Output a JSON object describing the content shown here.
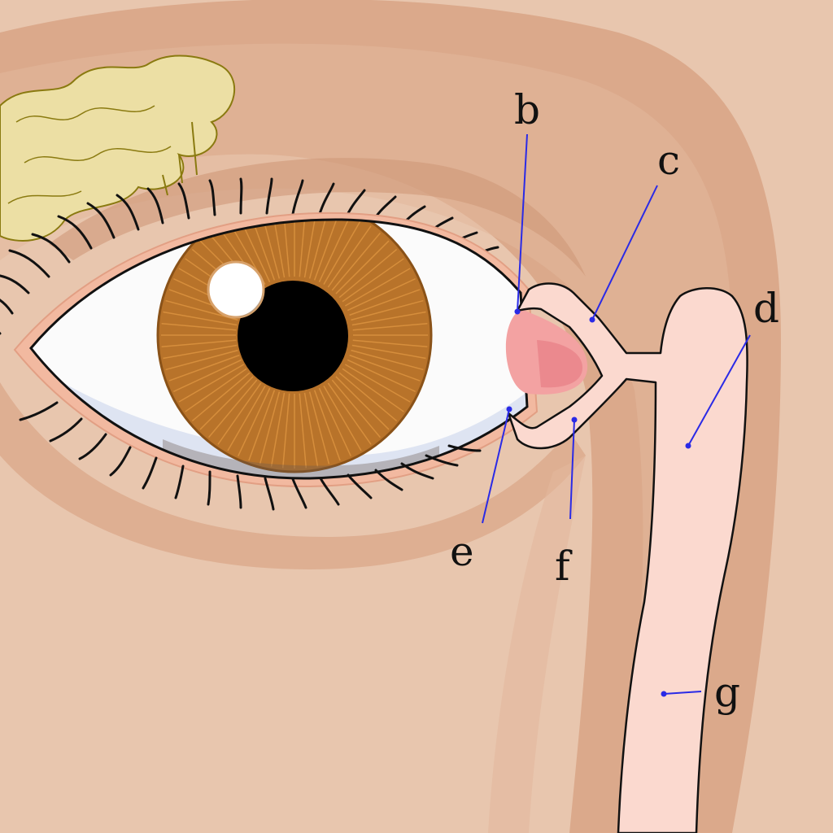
{
  "labels": {
    "b": "b",
    "c": "c",
    "d": "d",
    "e": "e",
    "f": "f",
    "g": "g"
  },
  "colors": {
    "skin": "#e8c6ae",
    "skin_shadow": "#dba98b",
    "skin_mid": "#e2b89c",
    "duct": "#fbd9cf",
    "gland": "#ecdfa4",
    "gland_line": "#8a7a10",
    "iris": "#b8732a",
    "sclera": "#fbfbfb",
    "leader": "#2a2ae6"
  }
}
